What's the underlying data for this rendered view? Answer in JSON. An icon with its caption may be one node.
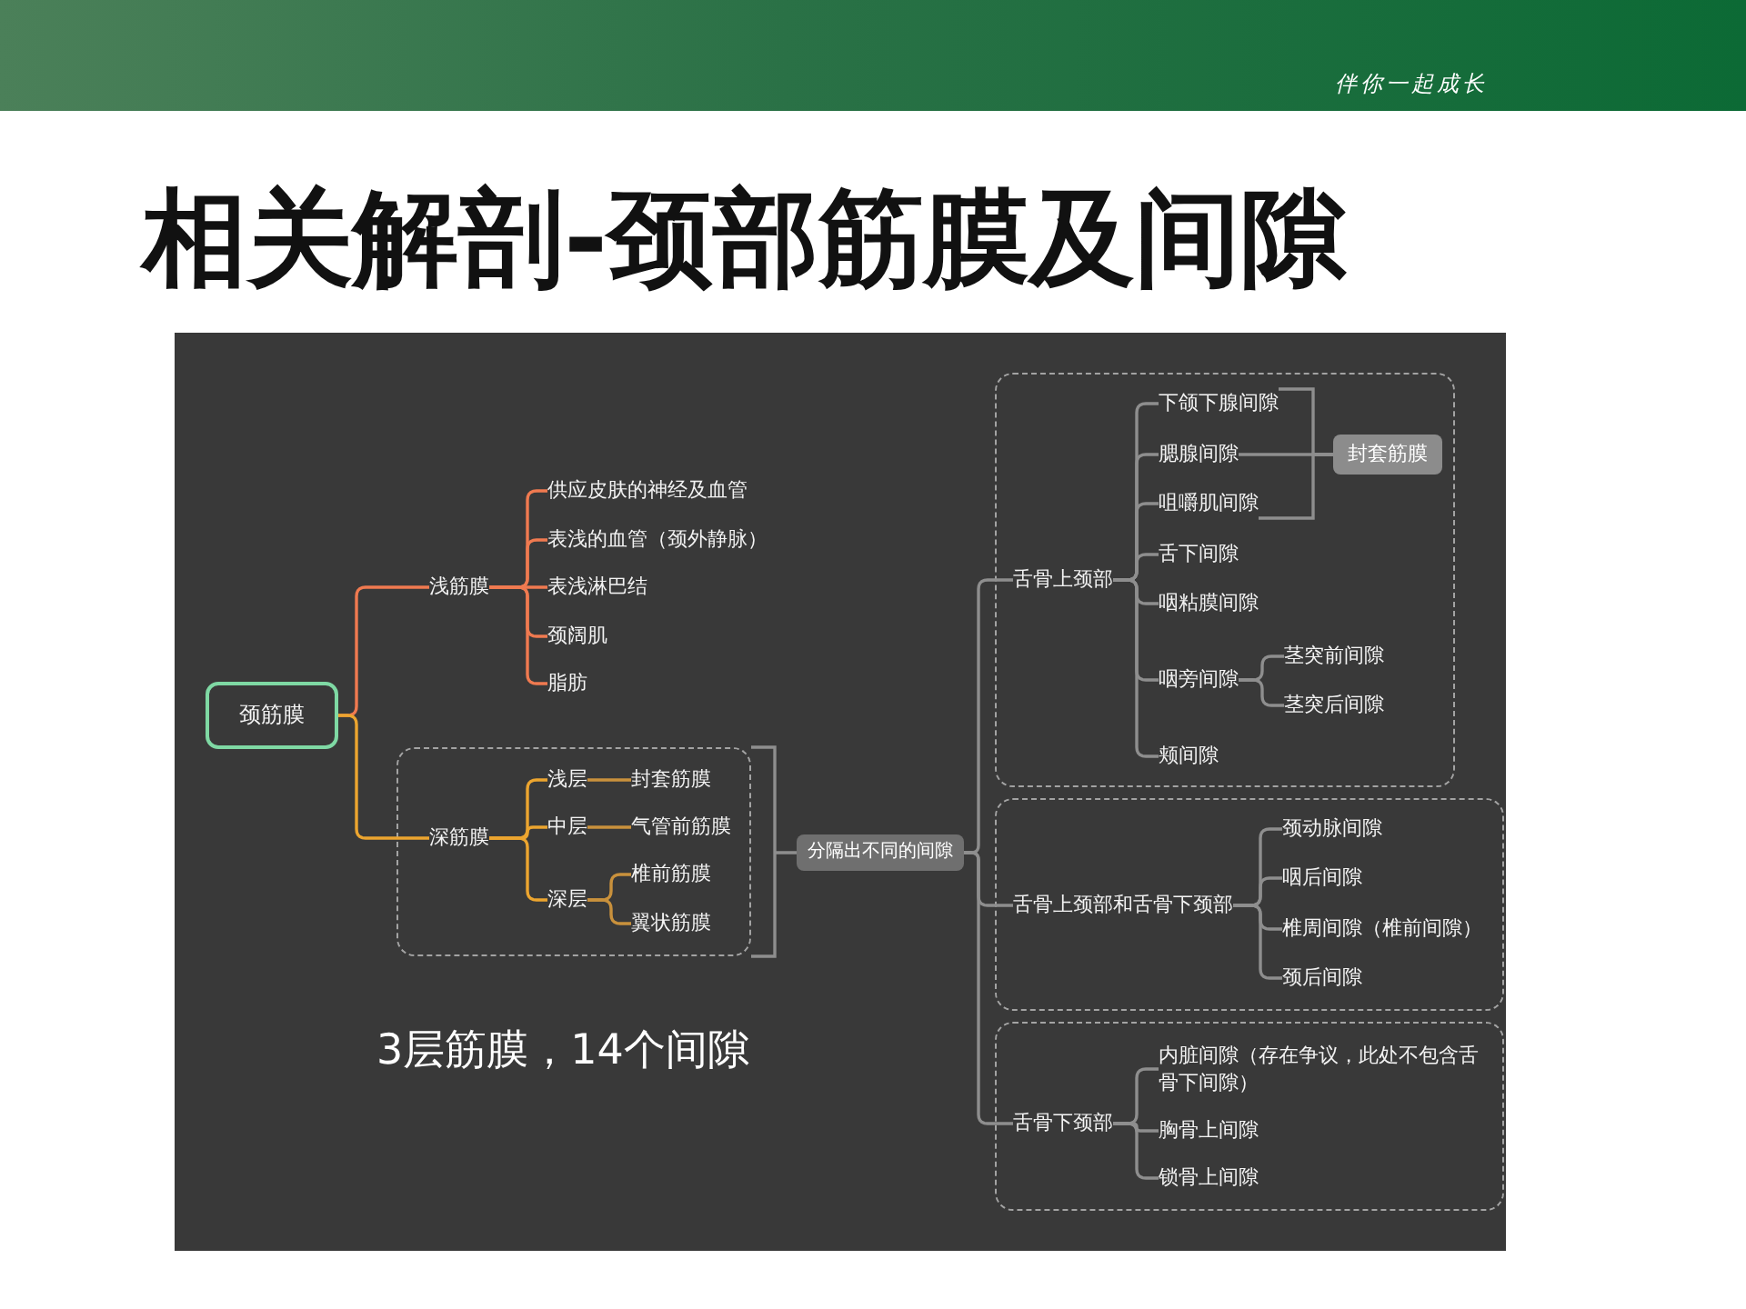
{
  "diagram": {
    "title": "相关解剖-颈部筋膜及间隙",
    "nodes": [
      {
        "text": [
          "颈筋膜"
        ]
      },
      {
        "text": [
          "浅筋膜"
        ]
      },
      {
        "text": [
          "供应皮肤的神经及血管"
        ]
      },
      {
        "text": [
          "表浅的血管（颈外静脉）"
        ]
      },
      {
        "text": [
          "表浅淋巴结"
        ]
      },
      {
        "text": [
          "颈阔肌"
        ]
      },
      {
        "text": [
          "脂肪"
        ]
      },
      {
        "text": [],
        "shape": "box"
      },
      {
        "text": [
          "深筋膜"
        ],
        "in": 7
      },
      {
        "text": [
          "浅层"
        ],
        "in": 7
      },
      {
        "text": [
          "封套筋膜"
        ],
        "in": 7
      },
      {
        "text": [
          "中层"
        ],
        "in": 7
      },
      {
        "text": [
          "气管前筋膜"
        ],
        "in": 7
      },
      {
        "text": [
          "深层"
        ],
        "in": 7
      },
      {
        "text": [
          "椎前筋膜"
        ],
        "in": 7
      },
      {
        "text": [
          "翼状筋膜"
        ],
        "in": 7
      },
      {
        "text": [
          "分隔出不同的间隙"
        ]
      },
      {
        "text": [],
        "shape": "box"
      },
      {
        "text": [
          "舌骨上颈部"
        ],
        "in": 17
      },
      {
        "text": [
          "下颌下腺间隙"
        ],
        "in": 17
      },
      {
        "text": [
          "腮腺间隙"
        ],
        "in": 17
      },
      {
        "text": [
          "咀嚼肌间隙"
        ],
        "in": 17
      },
      {
        "text": [
          "封套筋膜"
        ],
        "in": 17
      },
      {
        "text": [
          "舌下间隙"
        ],
        "in": 17
      },
      {
        "text": [
          "咽粘膜间隙"
        ],
        "in": 17
      },
      {
        "text": [
          "咽旁间隙"
        ],
        "in": 17
      },
      {
        "text": [
          "茎突前间隙"
        ],
        "in": 17
      },
      {
        "text": [
          "茎突后间隙"
        ],
        "in": 17
      },
      {
        "text": [
          "颊间隙"
        ],
        "in": 17
      },
      {
        "text": [],
        "shape": "box"
      },
      {
        "text": [
          "舌骨上颈部和舌骨下颈部"
        ],
        "in": 29
      },
      {
        "text": [
          "颈动脉间隙"
        ],
        "in": 29
      },
      {
        "text": [
          "咽后间隙"
        ],
        "in": 29
      },
      {
        "text": [
          "椎周间隙（椎前间隙）"
        ],
        "in": 29
      },
      {
        "text": [
          "颈后间隙"
        ],
        "in": 29
      },
      {
        "text": [],
        "shape": "box"
      },
      {
        "text": [
          "舌骨下颈部"
        ],
        "in": 35
      },
      {
        "text": [
          "内脏间隙（存在争议，此处不包含舌骨下间隙）"
        ],
        "in": 35
      },
      {
        "text": [
          "胸骨上间隙"
        ],
        "in": 35
      },
      {
        "text": [
          "锁骨上间隙"
        ],
        "in": 35
      }
    ],
    "edges": [
      {
        "from": 0,
        "to": 1,
        "arrow": "none",
        "color": "#f07a50"
      },
      {
        "from": 1,
        "to": 2,
        "arrow": "none",
        "color": "#f07a50"
      },
      {
        "from": 1,
        "to": 3,
        "arrow": "none",
        "color": "#f07a50"
      },
      {
        "from": 1,
        "to": 4,
        "arrow": "none",
        "color": "#f07a50"
      },
      {
        "from": 1,
        "to": 5,
        "arrow": "none",
        "color": "#f07a50"
      },
      {
        "from": 1,
        "to": 6,
        "arrow": "none",
        "color": "#f07a50"
      },
      {
        "from": 0,
        "to": 8,
        "arrow": "none",
        "color": "#eca52f"
      },
      {
        "from": 8,
        "to": 9,
        "arrow": "none",
        "color": "#eca52f"
      },
      {
        "from": 8,
        "to": 11,
        "arrow": "none",
        "color": "#eca52f"
      },
      {
        "from": 8,
        "to": 13,
        "arrow": "none",
        "color": "#eca52f"
      },
      {
        "from": 9,
        "to": 10,
        "arrow": "none",
        "color": "#c9913c"
      },
      {
        "from": 11,
        "to": 12,
        "arrow": "none",
        "color": "#c9913c"
      },
      {
        "from": 13,
        "to": 14,
        "arrow": "none",
        "color": "#c9913c"
      },
      {
        "from": 13,
        "to": 15,
        "arrow": "none",
        "color": "#c9913c"
      },
      {
        "from": 7,
        "to": 16,
        "arrow": "none"
      },
      {
        "from": 16,
        "to": 18,
        "arrow": "none"
      },
      {
        "from": 16,
        "to": 30,
        "arrow": "none"
      },
      {
        "from": 16,
        "to": 36,
        "arrow": "none"
      },
      {
        "from": 18,
        "to": 19,
        "arrow": "none"
      },
      {
        "from": 18,
        "to": 20,
        "arrow": "none"
      },
      {
        "from": 18,
        "to": 21,
        "arrow": "none"
      },
      {
        "from": 19,
        "to": 22,
        "arrow": "none"
      },
      {
        "from": 20,
        "to": 22,
        "arrow": "none"
      },
      {
        "from": 21,
        "to": 22,
        "arrow": "none"
      },
      {
        "from": 18,
        "to": 23,
        "arrow": "none"
      },
      {
        "from": 18,
        "to": 24,
        "arrow": "none"
      },
      {
        "from": 18,
        "to": 25,
        "arrow": "none"
      },
      {
        "from": 25,
        "to": 26,
        "arrow": "none"
      },
      {
        "from": 25,
        "to": 27,
        "arrow": "none"
      },
      {
        "from": 18,
        "to": 28,
        "arrow": "none"
      },
      {
        "from": 30,
        "to": 31,
        "arrow": "none"
      },
      {
        "from": 30,
        "to": 32,
        "arrow": "none"
      },
      {
        "from": 30,
        "to": 33,
        "arrow": "none"
      },
      {
        "from": 30,
        "to": 34,
        "arrow": "none"
      },
      {
        "from": 36,
        "to": 37,
        "arrow": "none"
      },
      {
        "from": 36,
        "to": 38,
        "arrow": "none"
      },
      {
        "from": 36,
        "to": 39,
        "arrow": "none"
      }
    ],
    "labels": [
      "伴你一起成长",
      "3层筋膜，14个间隙"
    ]
  }
}
